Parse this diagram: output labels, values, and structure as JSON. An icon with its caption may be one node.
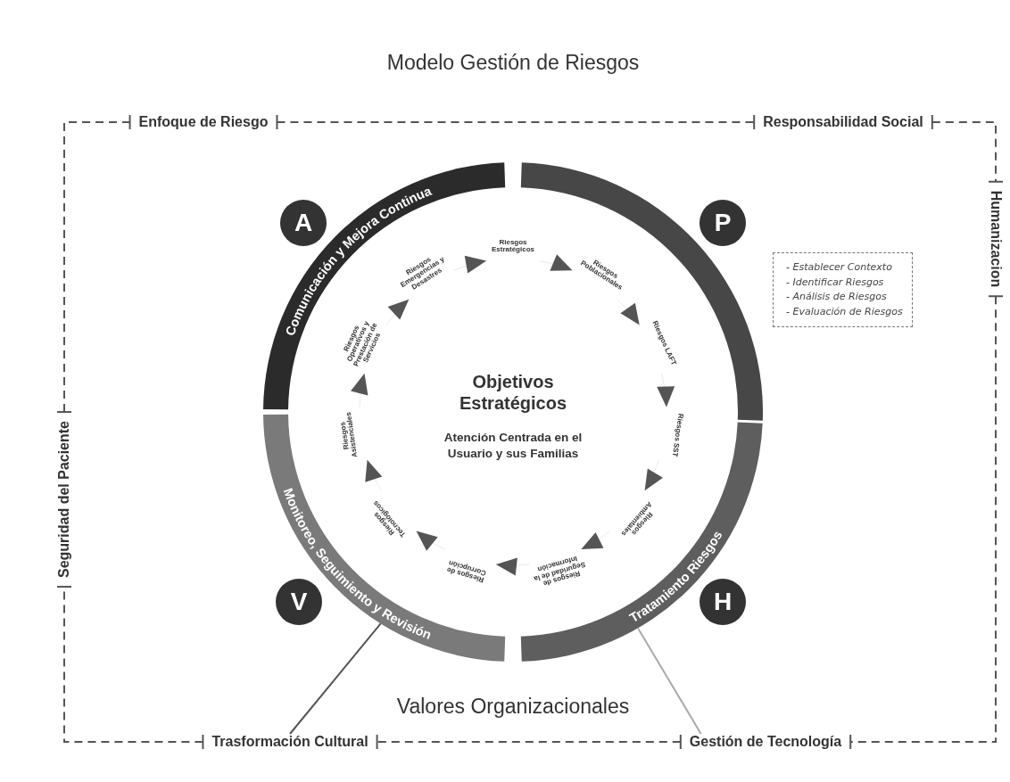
{
  "diagram": {
    "title": "Modelo Gestión de Riesgos",
    "nodes": [
      {
        "text": [
          "Enfoque de Riesgo"
        ]
      },
      {
        "text": [
          "Responsabilidad Social"
        ]
      },
      {
        "text": [
          "Humanizacion"
        ]
      },
      {
        "text": [
          "Seguridad del Paciente"
        ]
      },
      {
        "text": [
          "A"
        ]
      },
      {
        "text": [
          "P"
        ]
      },
      {
        "text": [
          "Comunicación y Mejora Continua"
        ]
      },
      {
        "text": [],
        "shape": "arc"
      },
      {
        "text": [
          "- Establecer Contexto",
          "- Identificar Riesgos",
          "- Análisis de Riesgos",
          "- Evaluación de Riesgos"
        ]
      },
      {
        "text": [
          "Riesgos Estratégicos"
        ]
      },
      {
        "text": [
          "Riesgos Poblacionales"
        ]
      },
      {
        "text": [
          "Riesgos LAFT"
        ]
      },
      {
        "text": [
          "Riesgos SST"
        ]
      },
      {
        "text": [
          "Riesgos Ambientales"
        ]
      },
      {
        "text": [
          "Riesgos de Seguridad de la Información"
        ]
      },
      {
        "text": [
          "Riesgos de Corrupción"
        ]
      },
      {
        "text": [
          "Riesgos Tecnológicos"
        ]
      },
      {
        "text": [
          "Riesgos Asistenciales"
        ]
      },
      {
        "text": [
          "Riesgos Operativos y Prestación de Servicios"
        ]
      },
      {
        "text": [
          "Riesgos Emergencias y Desastres"
        ]
      },
      {
        "text": [
          "V"
        ]
      },
      {
        "text": [
          "H"
        ]
      },
      {
        "text": [
          "Monitoreo, Seguimiento y Revisión"
        ]
      },
      {
        "text": [
          "Tratamiento Riesgos"
        ]
      },
      {
        "text": [
          "Trasformación Cultural"
        ]
      },
      {
        "text": [
          "Gestión de Tecnología"
        ]
      }
    ],
    "edges": [
      {
        "from": 0,
        "to": 1,
        "arrow": "other",
        "style": "dashed"
      },
      {
        "from": 1,
        "to": 2,
        "arrow": "other",
        "style": "dashed"
      },
      {
        "from": 2,
        "to": 25,
        "arrow": "other",
        "style": "dashed"
      },
      {
        "from": 25,
        "to": 24,
        "arrow": "other",
        "style": "dashed"
      },
      {
        "from": 24,
        "to": 3,
        "arrow": "other",
        "style": "dashed"
      },
      {
        "from": 3,
        "to": 0,
        "arrow": "other",
        "style": "dashed"
      },
      {
        "from": 9,
        "to": 10,
        "arrow": "to"
      },
      {
        "from": 10,
        "to": 11,
        "arrow": "to"
      },
      {
        "from": 11,
        "to": 12,
        "arrow": "to"
      },
      {
        "from": 12,
        "to": 13,
        "arrow": "to"
      },
      {
        "from": 13,
        "to": 14,
        "arrow": "to"
      },
      {
        "from": 14,
        "to": 15,
        "arrow": "to"
      },
      {
        "from": 15,
        "to": 16,
        "arrow": "to"
      },
      {
        "from": 16,
        "to": 17,
        "arrow": "to"
      },
      {
        "from": 17,
        "to": 18,
        "arrow": "to"
      },
      {
        "from": 18,
        "to": 19,
        "arrow": "to"
      },
      {
        "from": 19,
        "to": 9,
        "arrow": "to"
      },
      {
        "from": 24,
        "to": 22,
        "arrow": "none"
      },
      {
        "from": 25,
        "to": 23,
        "arrow": "none",
        "color": "#aaaaaa"
      }
    ],
    "labels": [
      "Objetivos Estratégicos",
      "Atención Centrada en el Usuario y sus Familias",
      "Valores Organizacionales"
    ]
  }
}
